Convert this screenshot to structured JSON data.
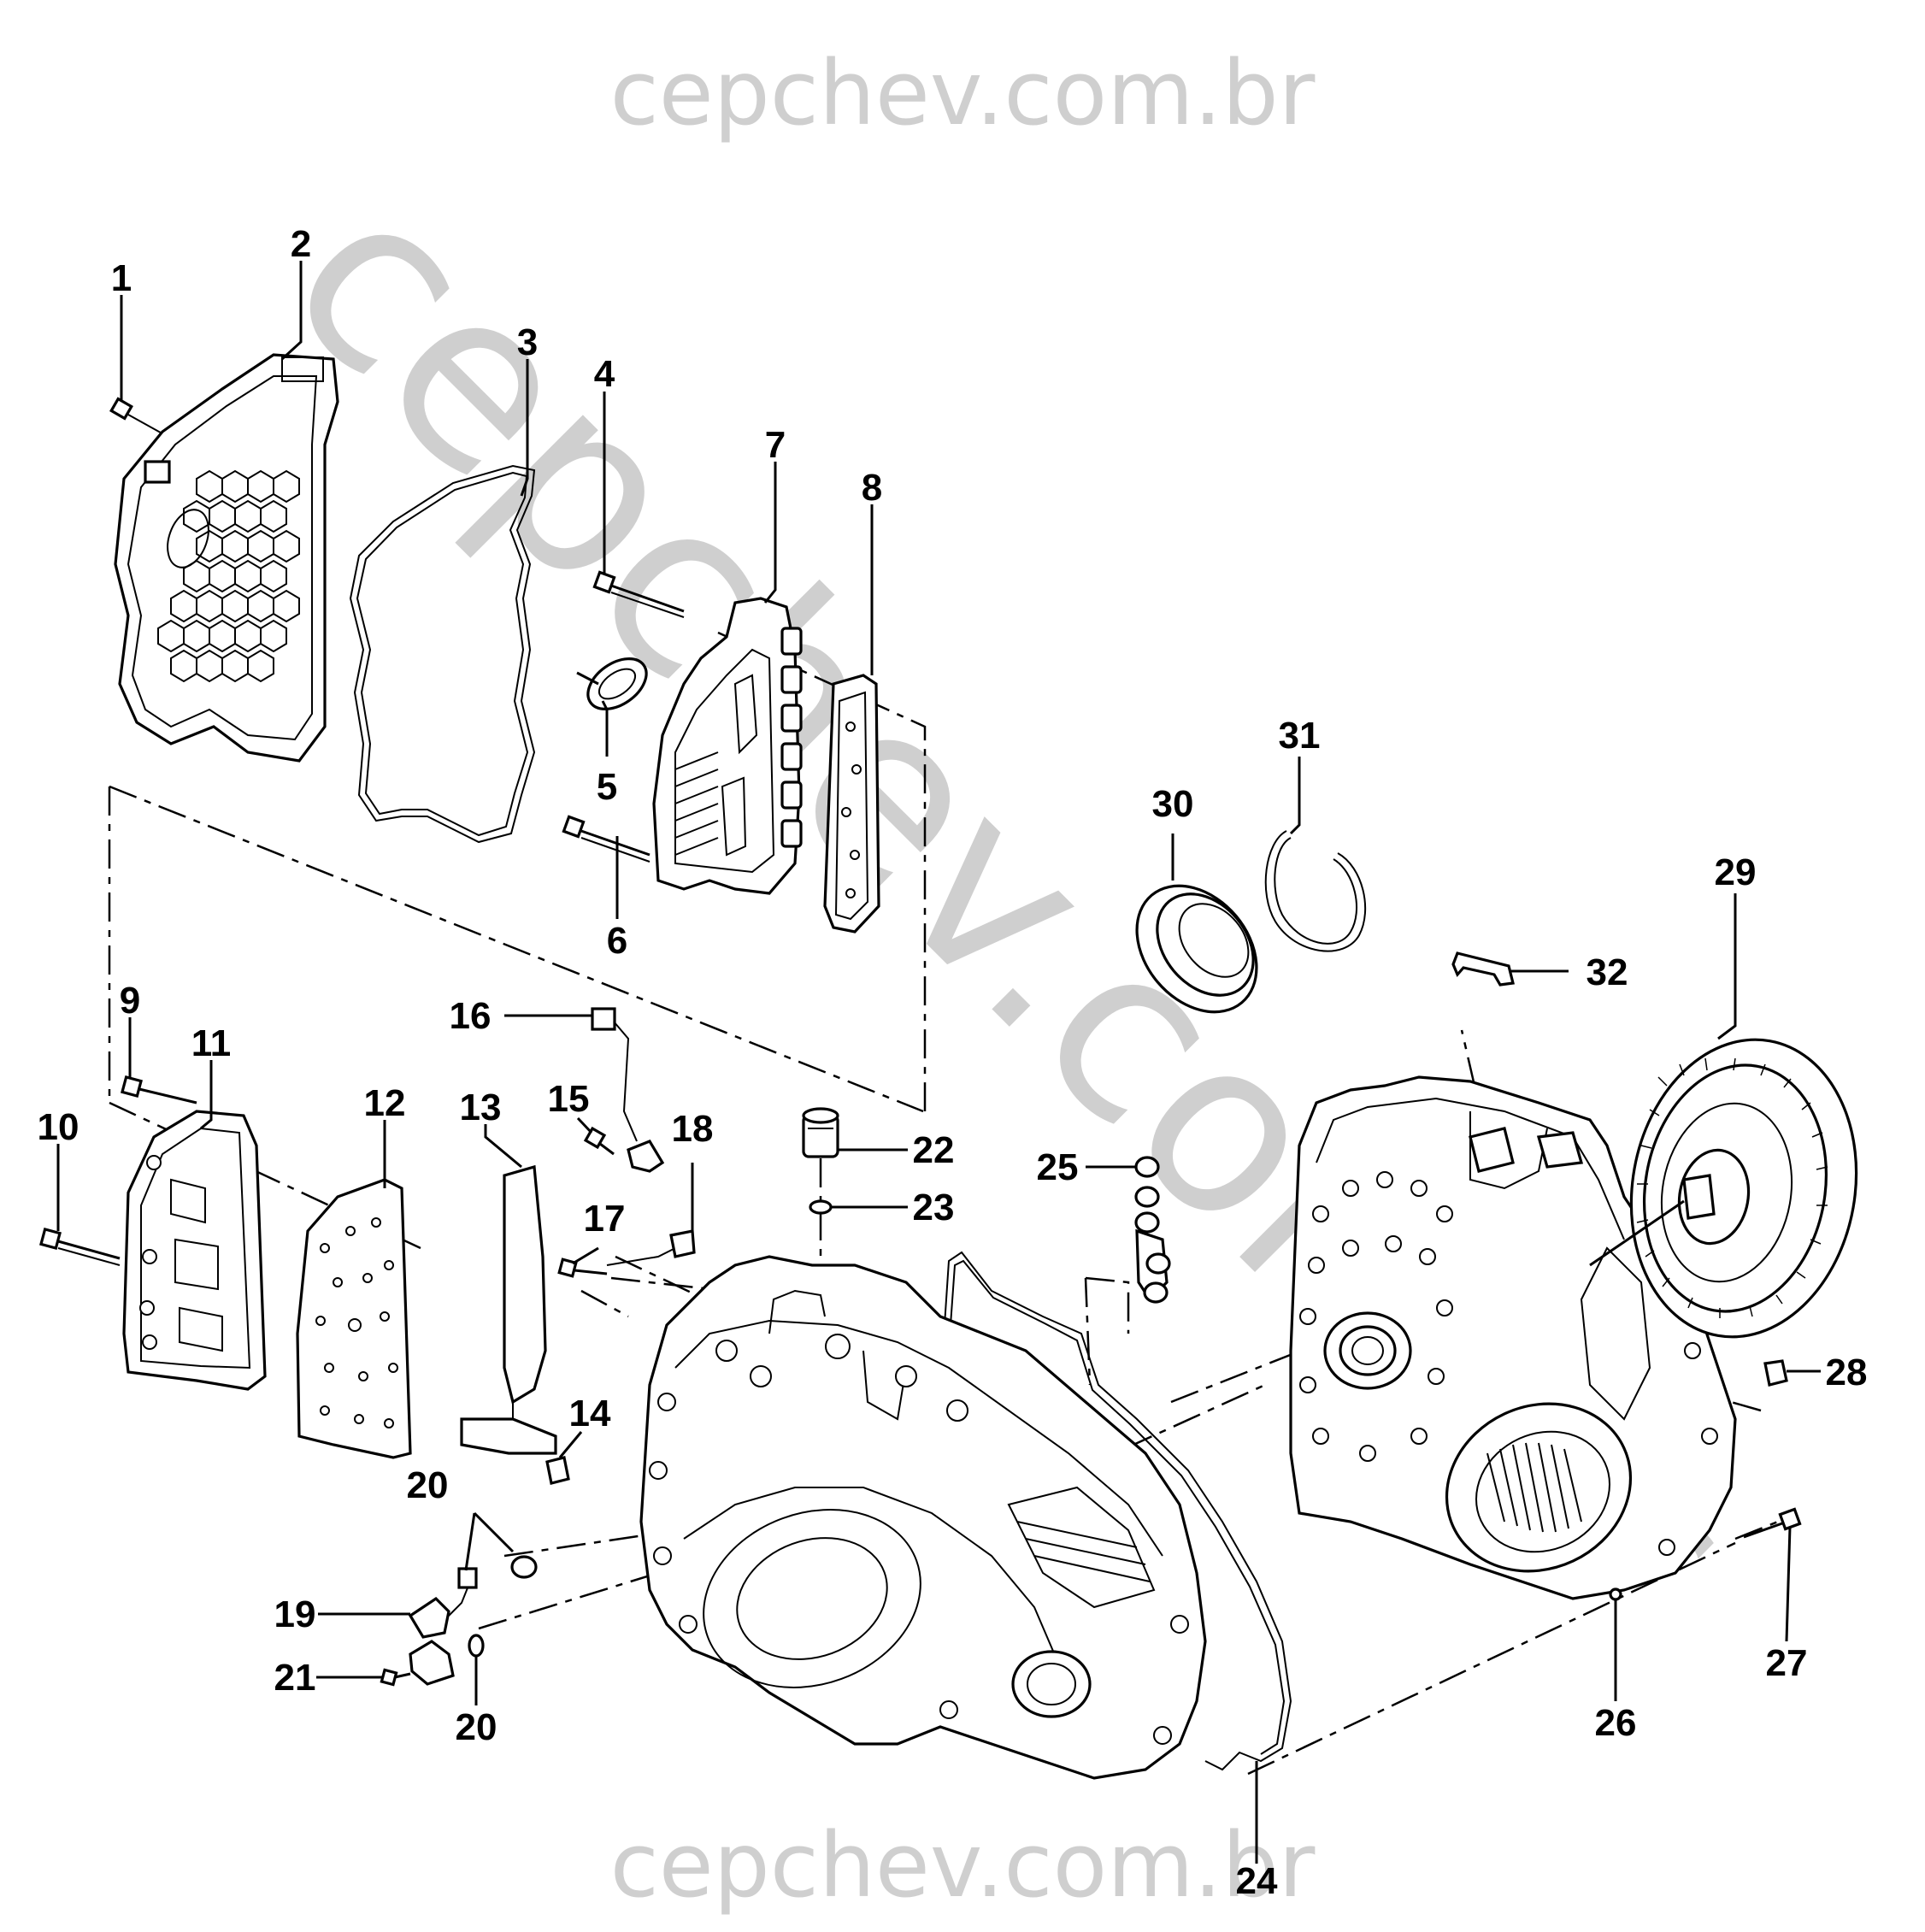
{
  "watermark": {
    "top_text": "cepchev.com.br",
    "bottom_text": "cepchev.com.br",
    "diagonal_text": "cepchev.com.br",
    "color": "#cfcfcf"
  },
  "callouts": [
    {
      "id": "1",
      "label": "1"
    },
    {
      "id": "2",
      "label": "2"
    },
    {
      "id": "3",
      "label": "3"
    },
    {
      "id": "4",
      "label": "4"
    },
    {
      "id": "5",
      "label": "5"
    },
    {
      "id": "6",
      "label": "6"
    },
    {
      "id": "7",
      "label": "7"
    },
    {
      "id": "8",
      "label": "8"
    },
    {
      "id": "9",
      "label": "9"
    },
    {
      "id": "10",
      "label": "10"
    },
    {
      "id": "11",
      "label": "11"
    },
    {
      "id": "12",
      "label": "12"
    },
    {
      "id": "13",
      "label": "13"
    },
    {
      "id": "14",
      "label": "14"
    },
    {
      "id": "15",
      "label": "15"
    },
    {
      "id": "16",
      "label": "16"
    },
    {
      "id": "17",
      "label": "17"
    },
    {
      "id": "18",
      "label": "18"
    },
    {
      "id": "19",
      "label": "19"
    },
    {
      "id": "20a",
      "label": "20"
    },
    {
      "id": "20b",
      "label": "20"
    },
    {
      "id": "21",
      "label": "21"
    },
    {
      "id": "22",
      "label": "22"
    },
    {
      "id": "23",
      "label": "23"
    },
    {
      "id": "24",
      "label": "24"
    },
    {
      "id": "25",
      "label": "25"
    },
    {
      "id": "26",
      "label": "26"
    },
    {
      "id": "27",
      "label": "27"
    },
    {
      "id": "28",
      "label": "28"
    },
    {
      "id": "29",
      "label": "29"
    },
    {
      "id": "30",
      "label": "30"
    },
    {
      "id": "31",
      "label": "31"
    },
    {
      "id": "32",
      "label": "32"
    }
  ]
}
